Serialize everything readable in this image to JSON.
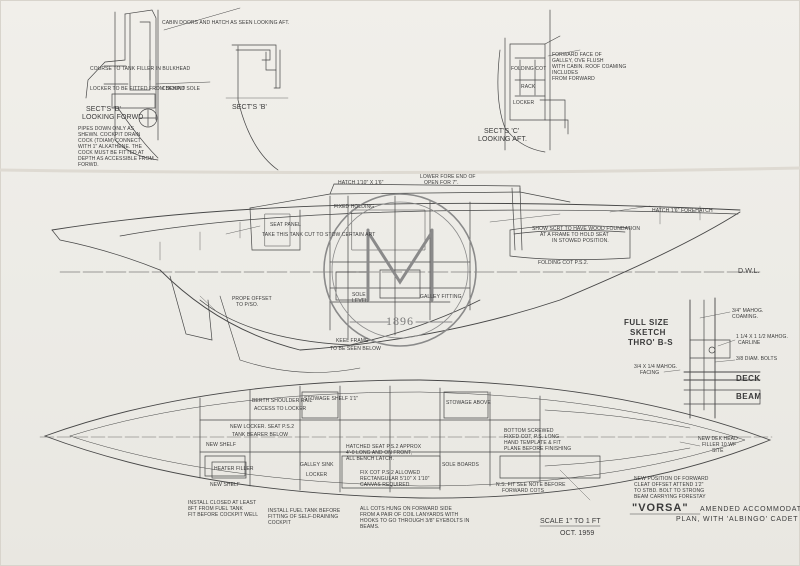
{
  "drawing": {
    "title": "\"VORSA\"",
    "subtitle_line1": "AMENDED ACCOMMODATION",
    "subtitle_line2": "PLAN, WITH 'ALBINGO' CADET",
    "scale": "SCALE 1\" TO 1 FT",
    "date": "OCT. 1959",
    "dwl": "D.W.L."
  },
  "stamp": {
    "year": "1896",
    "monogram": "M"
  },
  "section_left": {
    "caption1": "SECT'S 'B'",
    "caption2": "LOOKING FORWD",
    "note_top": "CABIN DOORS AND HATCH AS SEEN LOOKING AFT.",
    "note_shelf": "COURSE TO TANK FILLER IN BULKHEAD",
    "note_locker": "LOCKER TO BE FITTED FROM BEHIND",
    "note_cockpit": "COCKPIT SOLE",
    "note_bottom1": "PIPES DOWN ONLY AS",
    "note_bottom2": "SHEWN. COCKPIT DRAIN",
    "note_bottom3": "COCK (TDIAM) CONNECT",
    "note_bottom4": "WITH 1\" ALKATHENE. THE",
    "note_bottom5": "COCK MUST BE FITTED AT",
    "note_bottom6": "DEPTH AS ACCESSIBLE FROM",
    "note_bottom7": "FORWD."
  },
  "section_mid": {
    "caption": "SECT'S 'B'"
  },
  "section_right": {
    "caption1": "SECT'S 'C'",
    "caption2": "LOOKING AFT.",
    "note1": "FORWARD FACE OF",
    "note2": "GALLEY, OVE FLUSH",
    "note3": "WITH CABIN. ROOF COAMING",
    "note4": "INCLUDES",
    "note5": "FROM FORWARD",
    "note_cot": "FOLDING COT",
    "note_rack": "RACK",
    "note_locker": "LOCKER"
  },
  "profile": {
    "note_hatch": "HATCH 1'10\" x 1'6\"",
    "note_forehatch": "HATCH 1'6\" FOREHATCH",
    "note_lower": "LOWER FORE END OF",
    "note_lower2": "OPEN FOR 7\".",
    "note_fixed": "FIXED HOLDING",
    "note_seat": "SEAT PANEL",
    "note_tank": "TAKE THIS TANK CUT TO STOW CERTAIN ART",
    "note_table": "SHOW SCRT TO HAVE WOOD FOUNDATION",
    "note_table2": "AT A FRAME TO HOLD SEAT",
    "note_table3": "IN STOWED POSITION.",
    "note_cot": "FOLDING COT P.S.2.",
    "note_prop": "PROPE OFFSET",
    "note_prop2": "TO P/SO.",
    "note_sole1": "SOLE",
    "note_sole2": "LEVEL",
    "note_keel": "KEEL FRAME",
    "note_galley": "GALLEY FITTING",
    "note_below": "TO BE SEEN BELOW"
  },
  "detail": {
    "title1": "FULL SIZE",
    "title2": "SKETCH",
    "title3": "THRO' B-S",
    "note_mahog": "3/4\" MAHOG.",
    "note_coaming": "COAMING.",
    "note_carline": "1 1/4 x 1 1/2 MAHOG.",
    "note_carline2": "CARLINE",
    "note_bolts": "3/8 DIAM. BOLTS",
    "note_facing": "3/4 x 1/4 MAHOG.",
    "note_facing2": "FACING",
    "note_deck": "DECK",
    "note_beam": "BEAM"
  },
  "plan": {
    "note_berth": "BERTH SHOULDER RAIL",
    "note_access": "ACCESS TO LOCKER",
    "note_shelf": "STOWAGE SHELF 1'1\"",
    "note_cot": "NEW LOCKER. SEAT P.S.2",
    "note_tank": "TANK BEARER BELOW",
    "note_shelf2": "NEW SHELF",
    "note_doors": "STOWAGE ABOVE",
    "note_head": "NEW DEK HEAD",
    "note_head2": "FILLER 10 WF",
    "note_head3": "SITE",
    "note_fwd1": "NEW POSITION OF FORWARD",
    "note_fwd2": "CLEAT OFFSET ATTEND 1'2\"",
    "note_fwd3": "TO STBD. BOLT TO STRONG",
    "note_fwd4": "BEAM CARRYING FORESTAY",
    "note_seat1": "HATCHED SEAT P.S.2 APPROX",
    "note_seat2": "4'-0 LONG AND ON FRONT,",
    "note_seat3": "ALL BENCH LATCH.",
    "note_cot1": "FIX COT P.S.2 ALLOWED",
    "note_cot2": "RECTANGULAR 5'10\" x 1'10\"",
    "note_cot3": "CANVAS REQUIRED",
    "note_cot4": "BOTTOM SCREWED",
    "note_cot5": "FIXED COT, P.S. LONG",
    "note_cot6": "HAND TEMPLATE & FIT",
    "note_cot7": "PLANE BEFORE FINISHING",
    "note_fwd_cot": "N.S. FIT SEE NOTE BEFORE",
    "note_fwd_cot2": "FORWARD COTS",
    "note_heater": "HEATER FILLER",
    "note_shelf3": "NEW SHELF",
    "note_galley": "GALLEY SINK",
    "note_locker": "LOCKER",
    "note_sole": "SOLE BOARDS"
  },
  "footnotes": {
    "left1": "INSTALL CLOSED AT LEAST",
    "left2": "8FT FROM FUEL TANK",
    "left3": "FIT BEFORE COCKPIT WELL",
    "mid1": "INSTALL FUEL TANK BEFORE",
    "mid2": "FITTING OF SELF-DRAINING",
    "mid3": "COCKPIT",
    "right1": "ALL COTS HUNG ON FORWARD SIDE",
    "right2": "FROM A PAIR OF COIL LANYARDS WITH",
    "right3": "HOOKS TO GO THROUGH 3/8\" EYEBOLTS IN",
    "right4": "BEAMS."
  }
}
